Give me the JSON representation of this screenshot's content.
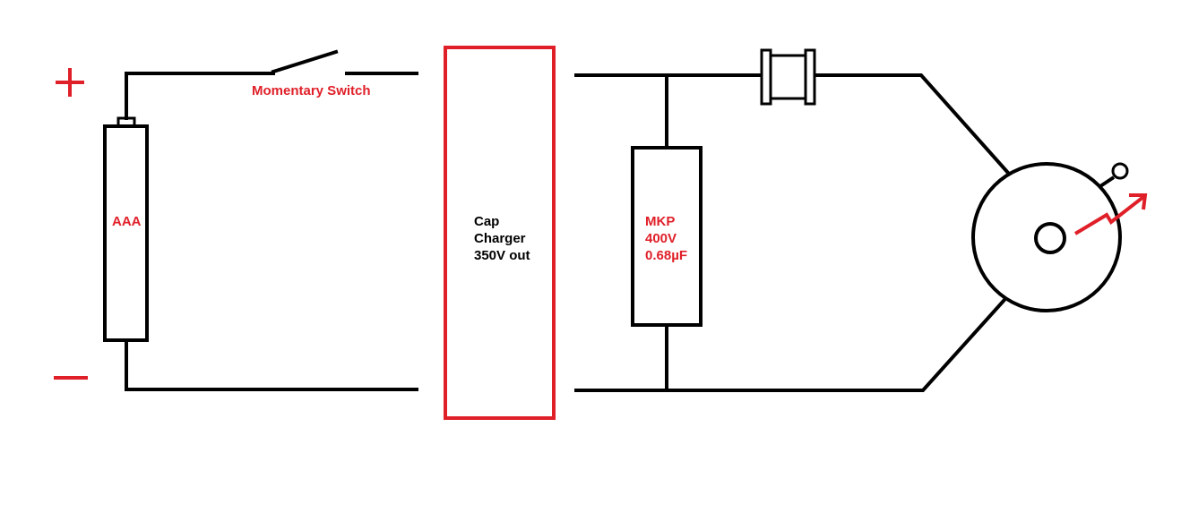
{
  "diagram": {
    "labels": {
      "switch": "Momentary Switch",
      "battery": "AAA",
      "charger_line1": "Cap",
      "charger_line2": "Charger",
      "charger_line3": "350V out",
      "cap_line1": "MKP",
      "cap_line2": "400V",
      "cap_line3": "0.68µF"
    },
    "colors": {
      "accent": "#e02029",
      "wire": "#000000"
    }
  }
}
